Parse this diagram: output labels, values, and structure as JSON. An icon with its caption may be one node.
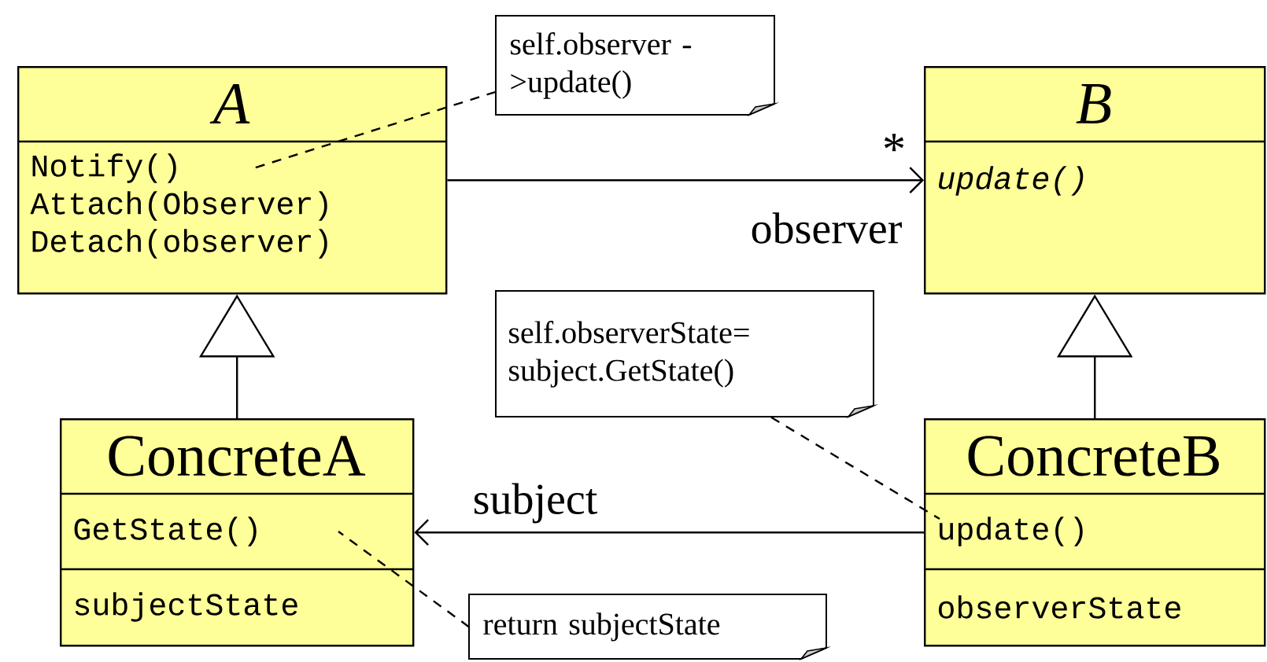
{
  "diagram": {
    "nodes": [
      {
        "text": [
          "A",
          "Notify()",
          "Attach(Observer)",
          "Detach(observer)"
        ]
      },
      {
        "text": [
          "B",
          "update()"
        ]
      },
      {
        "text": [
          "ConcreteA",
          "GetState()",
          "subjectState"
        ]
      },
      {
        "text": [
          "ConcreteB",
          "update()",
          "observerState"
        ]
      },
      {
        "text": [
          "self.observer ->update()"
        ]
      },
      {
        "text": [
          "self.observerState= subject.GetState()"
        ]
      },
      {
        "text": [
          "return subjectState"
        ]
      }
    ],
    "edges": [
      {
        "from": 0,
        "to": 1,
        "arrow": "to",
        "label": "observer"
      },
      {
        "from": 3,
        "to": 2,
        "arrow": "to",
        "label": "subject"
      },
      {
        "from": 2,
        "to": 0,
        "arrow": "to"
      },
      {
        "from": 3,
        "to": 1,
        "arrow": "to"
      },
      {
        "from": 4,
        "to": 0,
        "arrow": "none",
        "style": "dashed"
      },
      {
        "from": 5,
        "to": 3,
        "arrow": "none",
        "style": "dashed"
      },
      {
        "from": 6,
        "to": 2,
        "arrow": "none",
        "style": "dashed"
      }
    ],
    "labels": [
      "*"
    ]
  }
}
